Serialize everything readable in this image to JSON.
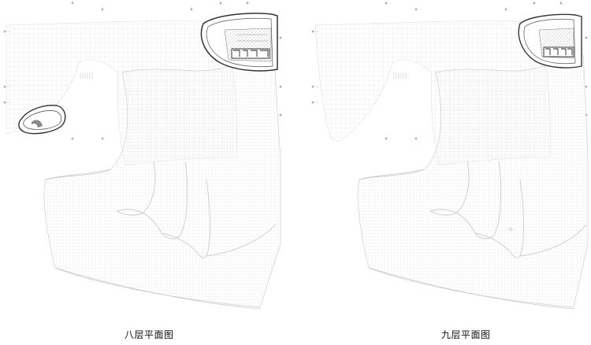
{
  "plans": [
    {
      "id": "floor-8",
      "caption": "八层平面图"
    },
    {
      "id": "floor-9",
      "caption": "九层平面图"
    }
  ],
  "colors": {
    "mesh": "#d9d9d9",
    "meshDark": "#bdbdbd",
    "wall": "#333333",
    "hatch": "#8a8a8a",
    "grid": "#b5b5b5",
    "caption": "#111111"
  }
}
